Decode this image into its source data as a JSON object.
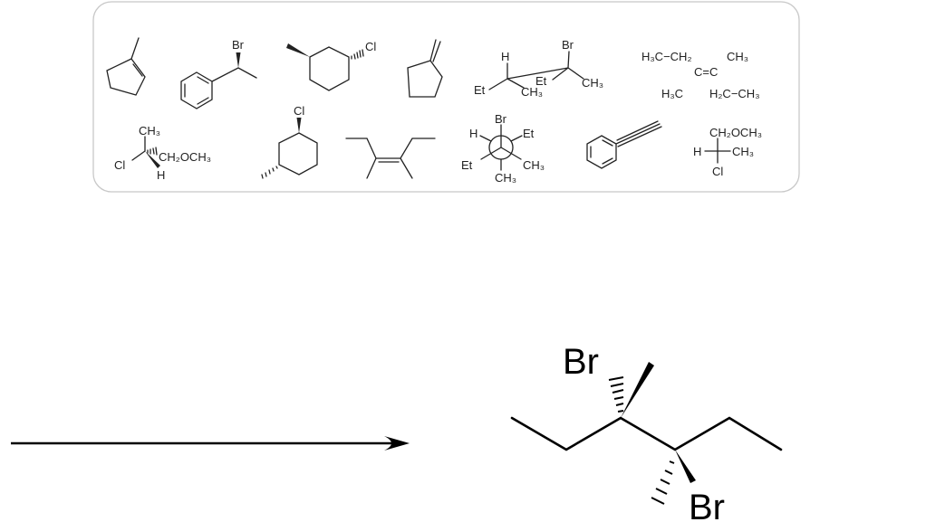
{
  "panel": {
    "mol_methylbenzyl_bromide": {
      "br": "Br"
    },
    "mol_chloromethylcyclohexane": {
      "cl": "Cl"
    },
    "mol_sawhorse": {
      "h": "H",
      "et1": "Et",
      "ch3_1": "CH₃",
      "br": "Br",
      "et2": "Et",
      "ch3_2": "CH₃"
    },
    "mol_alkene_formula": {
      "top_left": "H₃C−CH₂",
      "top_right": "CH₃",
      "center": "C=C",
      "bottom_left": "H₃C",
      "bottom_right": "H₂C−CH₃"
    },
    "mol_wedge_chloride": {
      "ch3": "CH₃",
      "cl": "Cl",
      "ch2och3": "CH₂OCH₃",
      "h": "H"
    },
    "mol_cis_chlorocyclohexane": {
      "cl": "Cl"
    },
    "mol_newman": {
      "br": "Br",
      "h": "H",
      "et1": "Et",
      "et2": "Et",
      "ch3_1": "CH₃",
      "ch3_2": "CH₃"
    },
    "mol_fischer": {
      "top": "CH₂OCH₃",
      "left": "H",
      "right": "CH₃",
      "bottom": "Cl"
    }
  },
  "product": {
    "br_top": "Br",
    "br_bottom": "Br"
  },
  "colors": {
    "panel_border": "#c8c8c8",
    "bond": "#222222"
  }
}
